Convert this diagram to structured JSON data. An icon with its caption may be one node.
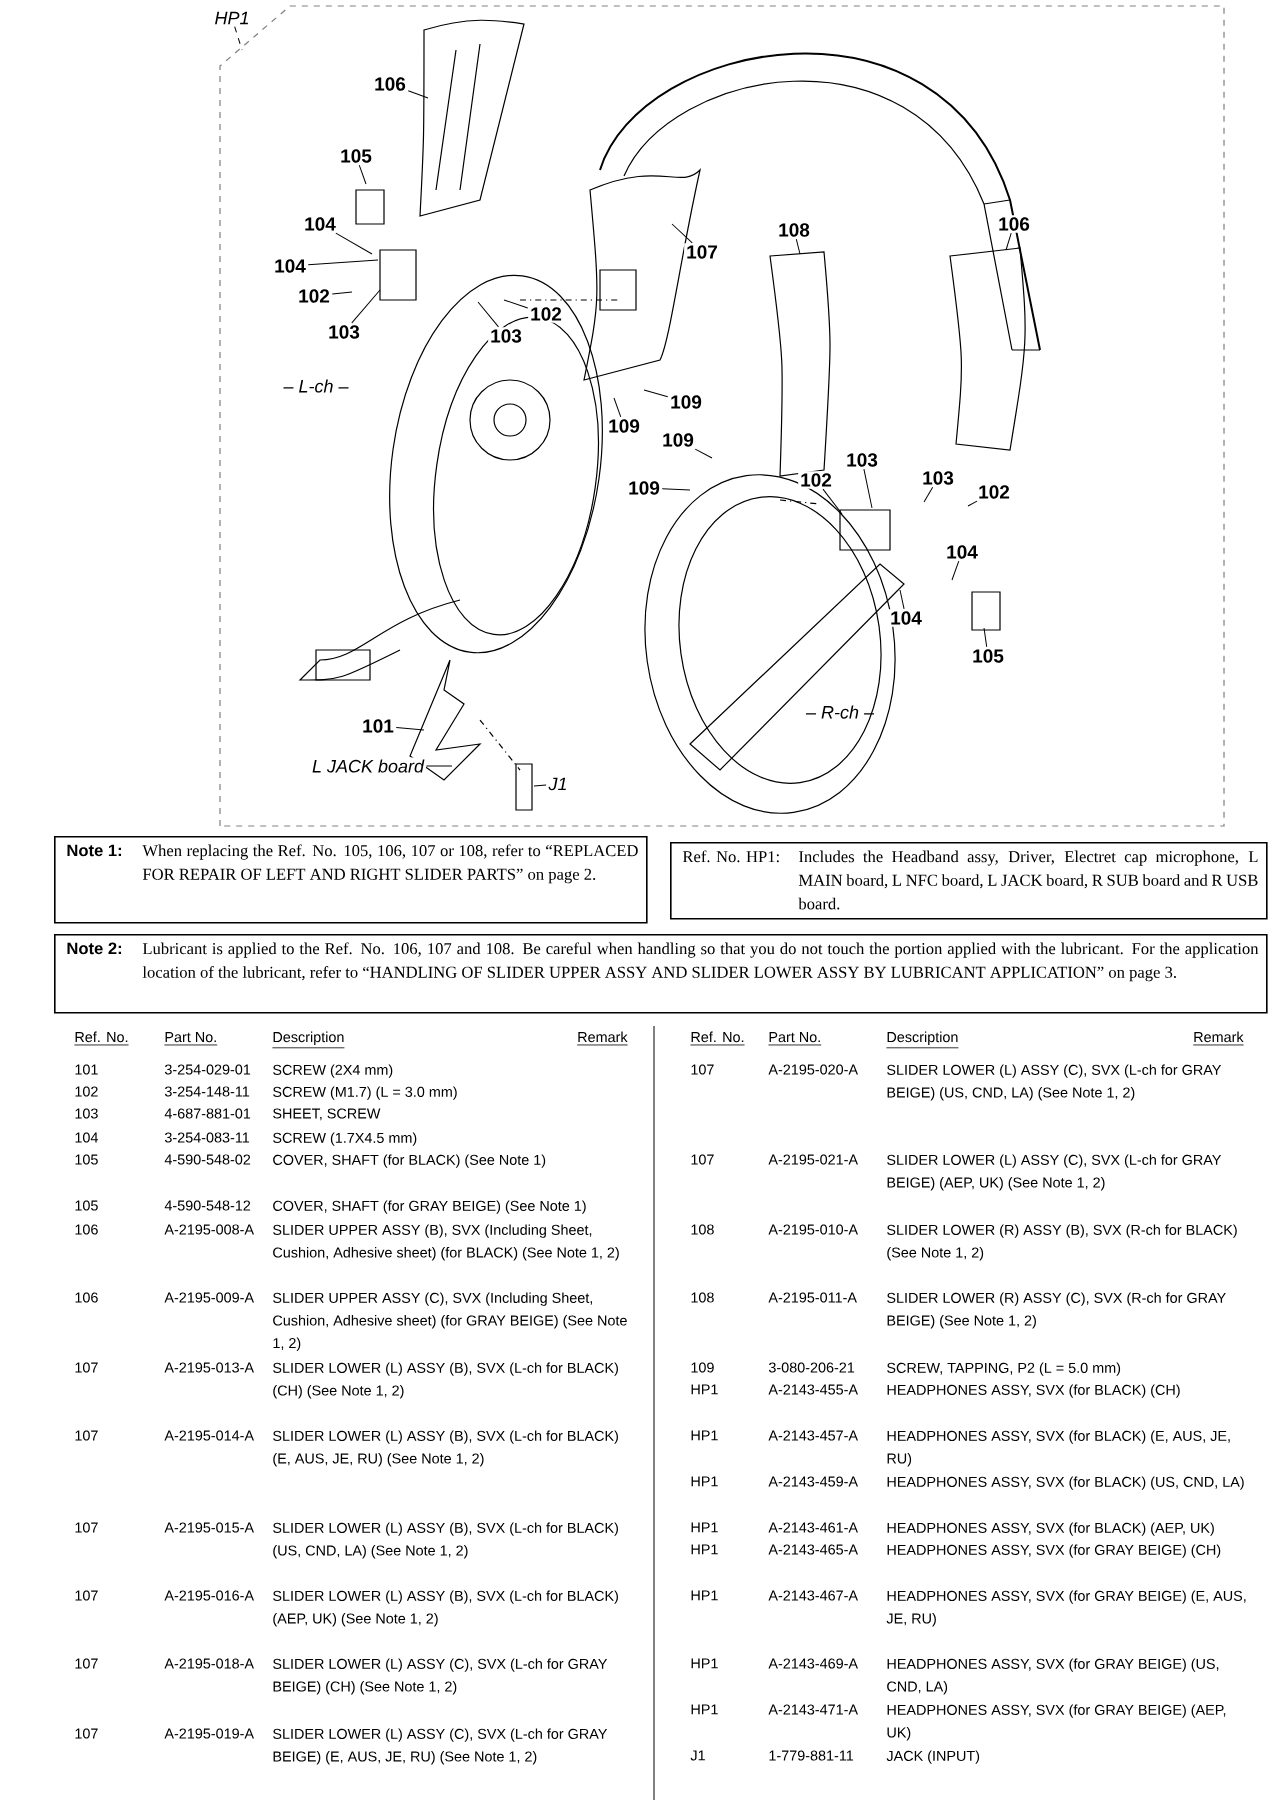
{
  "diagram": {
    "nodes": [
      {
        "text": [
          "HP1"
        ]
      },
      {
        "text": [
          "106"
        ]
      },
      {
        "text": [
          "105"
        ]
      },
      {
        "text": [
          "104"
        ]
      },
      {
        "text": [
          "104"
        ]
      },
      {
        "text": [
          "102"
        ]
      },
      {
        "text": [
          "103"
        ]
      },
      {
        "text": [
          "102"
        ]
      },
      {
        "text": [
          "103"
        ]
      },
      {
        "text": [
          "107"
        ]
      },
      {
        "text": [
          "108"
        ]
      },
      {
        "text": [
          "106"
        ]
      },
      {
        "text": [
          "109"
        ]
      },
      {
        "text": [
          "109"
        ]
      },
      {
        "text": [
          "109"
        ]
      },
      {
        "text": [
          "109"
        ]
      },
      {
        "text": [
          "102"
        ]
      },
      {
        "text": [
          "103"
        ]
      },
      {
        "text": [
          "103"
        ]
      },
      {
        "text": [
          "102"
        ]
      },
      {
        "text": [
          "104"
        ]
      },
      {
        "text": [
          "104"
        ]
      },
      {
        "text": [
          "105"
        ]
      },
      {
        "text": [
          "101"
        ]
      },
      {
        "text": [
          "L JACK board"
        ]
      },
      {
        "text": [
          "J1"
        ]
      },
      {
        "text": [
          "Note 1:",
          "When replacing the Ref. No. 105, 106, 107 or 108, refer to “REPLACED FOR REPAIR OF LEFT AND RIGHT SLIDER PARTS” on page 2."
        ]
      },
      {
        "text": [
          "Ref. No. HP1:",
          "Includes the Headband assy, Driver, Electret cap microphone, L MAIN board, L NFC board, L JACK board, R SUB board and R USB board."
        ]
      },
      {
        "text": [
          "Note 2:",
          "Lubricant is applied to the Ref. No. 106, 107 and 108. Be careful when handling so that you do not touch the portion applied with the lubricant. For the application location of the lubricant, refer to “HANDLING OF SLIDER UPPER ASSY AND SLIDER LOWER ASSY BY LUBRICANT APPLICATION” on page 3."
        ]
      }
    ],
    "edges": [
      {
        "from": 0,
        "to": null,
        "arrow": "none",
        "style": "dashed"
      },
      {
        "from": 1,
        "to": null,
        "arrow": "none"
      },
      {
        "from": 2,
        "to": null,
        "arrow": "none"
      },
      {
        "from": 3,
        "to": null,
        "arrow": "none"
      },
      {
        "from": 4,
        "to": null,
        "arrow": "none"
      },
      {
        "from": 5,
        "to": null,
        "arrow": "none"
      },
      {
        "from": 6,
        "to": null,
        "arrow": "none"
      },
      {
        "from": 7,
        "to": null,
        "arrow": "none"
      },
      {
        "from": 8,
        "to": null,
        "arrow": "none"
      },
      {
        "from": 9,
        "to": null,
        "arrow": "none"
      },
      {
        "from": 10,
        "to": null,
        "arrow": "none"
      },
      {
        "from": 11,
        "to": null,
        "arrow": "none"
      },
      {
        "from": 12,
        "to": null,
        "arrow": "none"
      },
      {
        "from": 13,
        "to": null,
        "arrow": "none"
      },
      {
        "from": 14,
        "to": null,
        "arrow": "none"
      },
      {
        "from": 15,
        "to": null,
        "arrow": "none"
      },
      {
        "from": 16,
        "to": null,
        "arrow": "none"
      },
      {
        "from": 17,
        "to": null,
        "arrow": "none"
      },
      {
        "from": 18,
        "to": null,
        "arrow": "none"
      },
      {
        "from": 19,
        "to": null,
        "arrow": "none"
      },
      {
        "from": 20,
        "to": null,
        "arrow": "none"
      },
      {
        "from": 21,
        "to": null,
        "arrow": "none"
      },
      {
        "from": 22,
        "to": null,
        "arrow": "none"
      },
      {
        "from": 23,
        "to": null,
        "arrow": "none"
      },
      {
        "from": 24,
        "to": null,
        "arrow": "none"
      },
      {
        "from": 25,
        "to": null,
        "arrow": "none"
      }
    ],
    "labels": [
      "– L-ch –",
      "– R-ch –",
      "Ref. No.",
      "Part No.",
      "Description",
      "Remark",
      "101",
      "3-254-029-01",
      "SCREW (2X4 mm)",
      "102",
      "3-254-148-11",
      "SCREW (M1.7) (L = 3.0 mm)",
      "103",
      "4-687-881-01",
      "SHEET, SCREW",
      "104",
      "3-254-083-11",
      "SCREW (1.7X4.5 mm)",
      "105",
      "4-590-548-02",
      "COVER, SHAFT (for BLACK) (See Note 1)",
      "105",
      "4-590-548-12",
      "COVER, SHAFT (for GRAY BEIGE) (See Note 1)",
      "106",
      "A-2195-008-A",
      "SLIDER UPPER ASSY (B), SVX (Including Sheet, Cushion, Adhesive sheet) (for BLACK) (See Note 1, 2)",
      "106",
      "A-2195-009-A",
      "SLIDER UPPER ASSY (C), SVX (Including Sheet, Cushion, Adhesive sheet) (for GRAY BEIGE) (See Note 1, 2)",
      "107",
      "A-2195-013-A",
      "SLIDER LOWER (L) ASSY (B), SVX (L-ch for BLACK) (CH) (See Note 1, 2)",
      "107",
      "A-2195-014-A",
      "SLIDER LOWER (L) ASSY (B), SVX (L-ch for BLACK) (E, AUS, JE, RU) (See Note 1, 2)",
      "107",
      "A-2195-015-A",
      "SLIDER LOWER (L) ASSY (B), SVX (L-ch for BLACK) (US, CND, LA) (See Note 1, 2)",
      "107",
      "A-2195-016-A",
      "SLIDER LOWER (L) ASSY (B), SVX (L-ch for BLACK) (AEP, UK) (See Note 1, 2)",
      "107",
      "A-2195-018-A",
      "SLIDER LOWER (L) ASSY (C), SVX (L-ch for GRAY BEIGE) (CH) (See Note 1, 2)",
      "107",
      "A-2195-019-A",
      "SLIDER LOWER (L) ASSY (C), SVX (L-ch for GRAY BEIGE) (E, AUS, JE, RU) (See Note 1, 2)",
      "Ref. No.",
      "Part No.",
      "Description",
      "Remark",
      "107",
      "A-2195-020-A",
      "SLIDER LOWER (L) ASSY (C), SVX (L-ch for GRAY BEIGE) (US, CND, LA) (See Note 1, 2)",
      "107",
      "A-2195-021-A",
      "SLIDER LOWER (L) ASSY (C), SVX (L-ch for GRAY BEIGE) (AEP, UK) (See Note 1, 2)",
      "108",
      "A-2195-010-A",
      "SLIDER LOWER (R) ASSY (B), SVX (R-ch for BLACK) (See Note 1, 2)",
      "108",
      "A-2195-011-A",
      "SLIDER LOWER (R) ASSY (C), SVX (R-ch for GRAY BEIGE) (See Note 1, 2)",
      "109",
      "3-080-206-21",
      "SCREW, TAPPING, P2 (L = 5.0 mm)",
      "HP1",
      "A-2143-455-A",
      "HEADPHONES ASSY, SVX (for BLACK) (CH)",
      "HP1",
      "A-2143-457-A",
      "HEADPHONES ASSY, SVX (for BLACK) (E, AUS, JE, RU)",
      "HP1",
      "A-2143-459-A",
      "HEADPHONES ASSY, SVX (for BLACK) (US, CND, LA)",
      "HP1",
      "A-2143-461-A",
      "HEADPHONES ASSY, SVX (for BLACK) (AEP, UK)",
      "HP1",
      "A-2143-465-A",
      "HEADPHONES ASSY, SVX (for GRAY BEIGE) (CH)",
      "HP1",
      "A-2143-467-A",
      "HEADPHONES ASSY, SVX (for GRAY BEIGE) (E, AUS, JE, RU)",
      "HP1",
      "A-2143-469-A",
      "HEADPHONES ASSY, SVX (for GRAY BEIGE) (US, CND, LA)",
      "HP1",
      "A-2143-471-A",
      "HEADPHONES ASSY, SVX (for GRAY BEIGE) (AEP, UK)",
      "J1",
      "1-779-881-11",
      "JACK (INPUT)"
    ]
  }
}
